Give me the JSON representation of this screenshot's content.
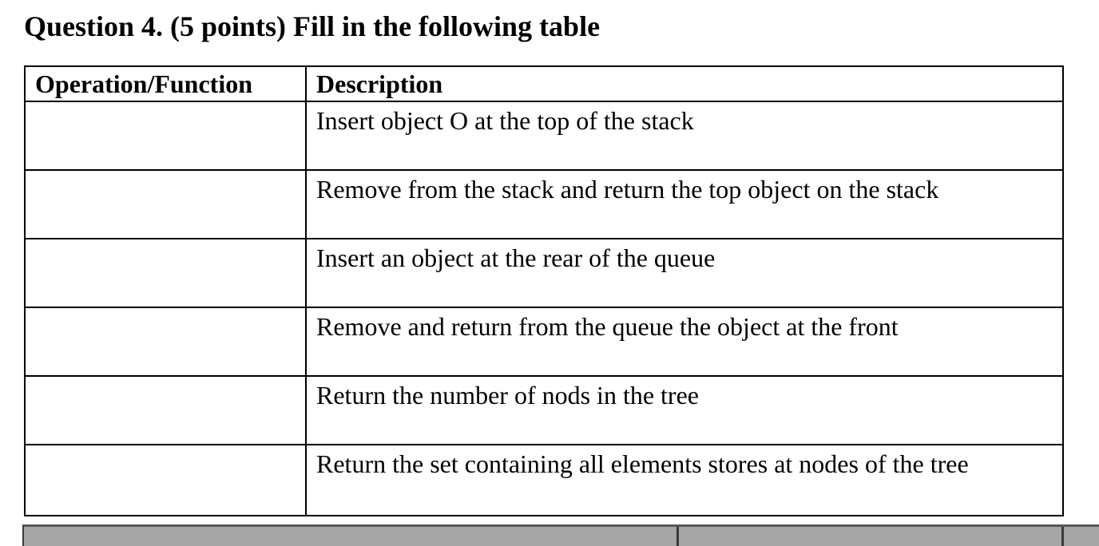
{
  "title": "Question 4. (5 points) Fill in the following table",
  "table": {
    "headers": {
      "operation": "Operation/Function",
      "description": "Description"
    },
    "rows": [
      {
        "operation": "",
        "description": "Insert object O at the top of the stack"
      },
      {
        "operation": "",
        "description": "Remove from the stack and return the top object on the stack"
      },
      {
        "operation": "",
        "description": "Insert an object at the rear of the queue"
      },
      {
        "operation": "",
        "description": "Remove and return from the queue the object at the front"
      },
      {
        "operation": "",
        "description": "Return the number of nods in the tree"
      },
      {
        "operation": "",
        "description": "Return the set containing all elements stores at nodes of the tree"
      }
    ]
  },
  "colors": {
    "table_border": "#000000",
    "next_row_fill": "#a6a6a6",
    "next_row_divider": "#3b3b3b",
    "text": "#000000",
    "background": "#ffffff"
  }
}
